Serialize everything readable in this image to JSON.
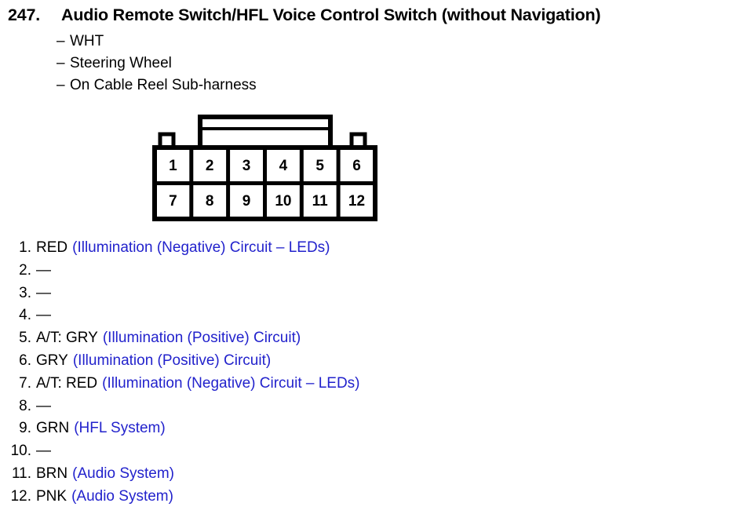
{
  "header": {
    "number": "247.",
    "title": "Audio Remote Switch/HFL Voice Control Switch (without Navigation)"
  },
  "sublines": [
    {
      "dash": "–",
      "text": "WHT"
    },
    {
      "dash": "–",
      "text": "Steering Wheel"
    },
    {
      "dash": "–",
      "text": "On Cable Reel Sub-harness"
    }
  ],
  "connector": {
    "rows": [
      [
        "1",
        "2",
        "3",
        "4",
        "5",
        "6"
      ],
      [
        "7",
        "8",
        "9",
        "10",
        "11",
        "12"
      ]
    ],
    "columns": 6,
    "notched_cells": [
      "1",
      "6"
    ],
    "outline_color": "#000000"
  },
  "pins": [
    {
      "index": "1.",
      "wire": "RED",
      "desc": "(Illumination (Negative) Circuit – LEDs)"
    },
    {
      "index": "2.",
      "wire": "—",
      "desc": ""
    },
    {
      "index": "3.",
      "wire": "—",
      "desc": ""
    },
    {
      "index": "4.",
      "wire": "—",
      "desc": ""
    },
    {
      "index": "5.",
      "wire": "A/T: GRY",
      "desc": "(Illumination (Positive) Circuit)"
    },
    {
      "index": "6.",
      "wire": "GRY",
      "desc": "(Illumination (Positive) Circuit)"
    },
    {
      "index": "7.",
      "wire": "A/T: RED",
      "desc": "(Illumination (Negative) Circuit – LEDs)"
    },
    {
      "index": "8.",
      "wire": "—",
      "desc": ""
    },
    {
      "index": "9.",
      "wire": "GRN",
      "desc": "(HFL System)"
    },
    {
      "index": "10.",
      "wire": "—",
      "desc": ""
    },
    {
      "index": "11.",
      "wire": "BRN",
      "desc": "(Audio System)"
    },
    {
      "index": "12.",
      "wire": "PNK",
      "desc": "(Audio System)"
    }
  ],
  "colors": {
    "text": "#000000",
    "description": "#2222CC",
    "background": "#ffffff"
  }
}
